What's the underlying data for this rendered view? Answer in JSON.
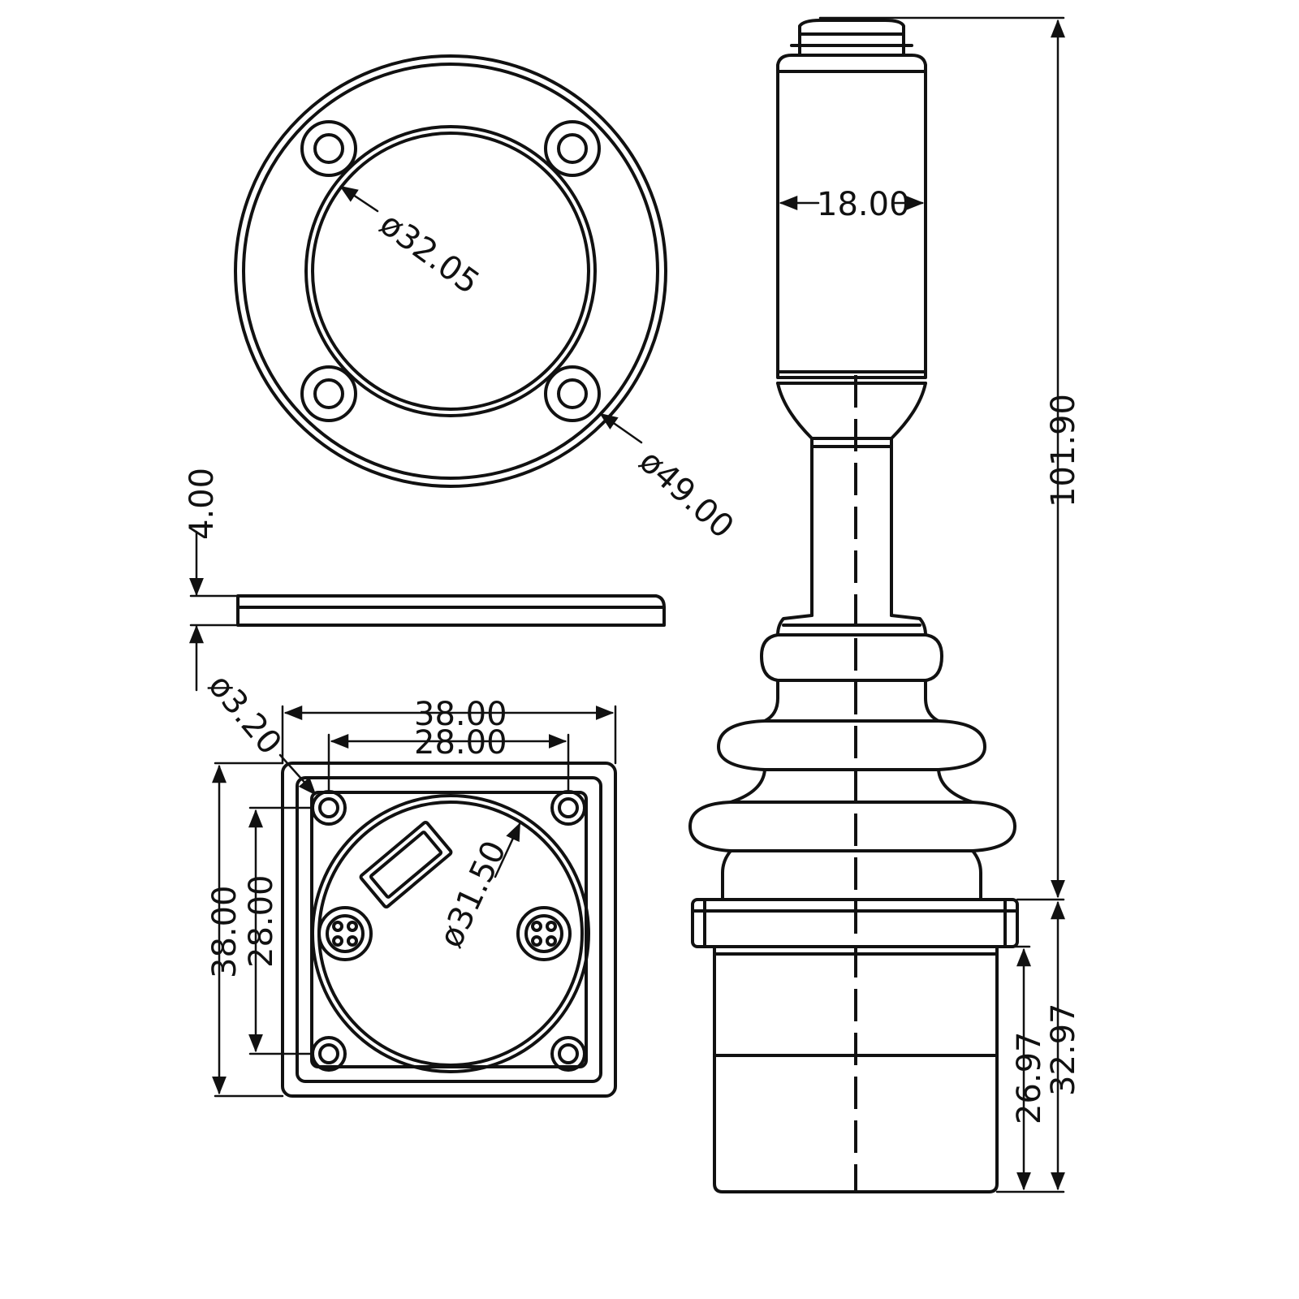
{
  "dimensions": {
    "flange_inner_dia": "ø32.05",
    "flange_outer_dia": "ø49.00",
    "handle_width": "18.00",
    "total_height": "101.90",
    "plate_thickness": "4.00",
    "hole_dia": "ø3.20",
    "base_width_outer": "38.00",
    "base_width_inner": "28.00",
    "base_height_outer": "38.00",
    "base_height_inner": "28.00",
    "base_circle_dia": "ø31.50",
    "body_height_lower": "26.97",
    "body_height_upper": "32.97"
  },
  "colors": {
    "line": "#111111",
    "background": "#ffffff"
  }
}
